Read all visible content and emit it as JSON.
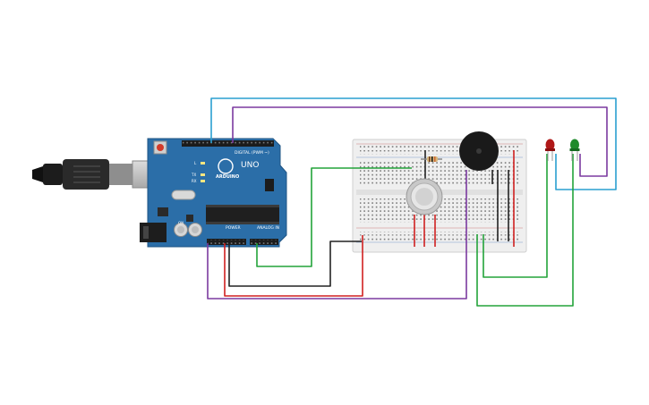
{
  "board": {
    "name": "ARDUINO",
    "model": "UNO",
    "digital_label": "DIGITAL (PWM ~)",
    "power_label": "POWER",
    "analog_label": "ANALOG IN",
    "tx_label": "TX",
    "rx_label": "RX",
    "on_label": "ON",
    "l_label": "L"
  },
  "colors": {
    "board": "#2b6ea8",
    "wire_blue": "#2a9fd0",
    "wire_purple": "#7b3aa0",
    "wire_green": "#23a33a",
    "wire_black": "#222222",
    "wire_red": "#d02020",
    "led_red": "#b01818",
    "led_green": "#1e8a2a",
    "buzzer": "#1a1a1a",
    "breadboard": "#efefef"
  },
  "components": {
    "usb": "usb-cable-icon",
    "breadboard": "breadboard-icon",
    "gas_sensor": "gas-sensor-icon",
    "buzzer": "piezo-buzzer-icon",
    "resistor": "resistor-icon",
    "led_red": "red-led-icon",
    "led_green": "green-led-icon"
  }
}
